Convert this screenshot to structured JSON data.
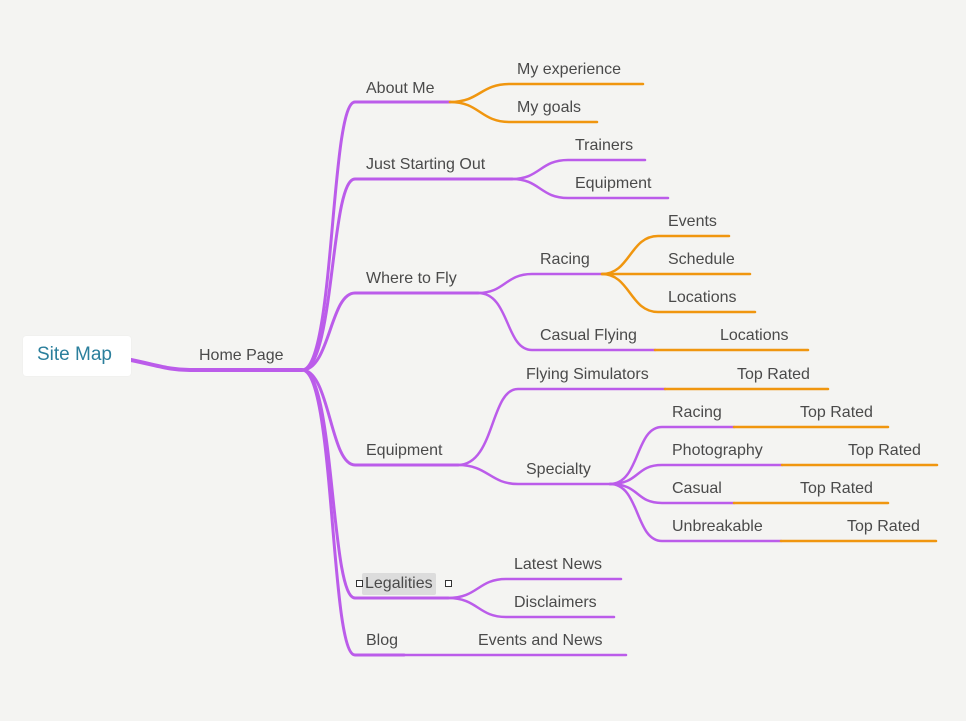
{
  "root": "Site Map",
  "home": "Home Page",
  "about": {
    "label": "About Me",
    "children": [
      "My experience",
      "My goals"
    ]
  },
  "starting": {
    "label": "Just Starting Out",
    "children": [
      "Trainers",
      "Equipment"
    ]
  },
  "where": {
    "label": "Where to Fly",
    "racing": {
      "label": "Racing",
      "children": [
        "Events",
        "Schedule",
        "Locations"
      ]
    },
    "casual": {
      "label": "Casual Flying",
      "child": "Locations"
    }
  },
  "equipment": {
    "label": "Equipment",
    "simulators": {
      "label": "Flying Simulators",
      "child": "Top Rated"
    },
    "specialty": {
      "label": "Specialty",
      "children": [
        {
          "label": "Racing",
          "child": "Top Rated"
        },
        {
          "label": "Photography",
          "child": "Top Rated"
        },
        {
          "label": "Casual",
          "child": "Top Rated"
        },
        {
          "label": "Unbreakable",
          "child": "Top Rated"
        }
      ]
    }
  },
  "legalities": {
    "label": "Legalities",
    "children": [
      "Latest News",
      "Disclaimers"
    ]
  },
  "blog": {
    "label": "Blog",
    "child": "Events and News"
  },
  "colors": {
    "level1": "#bb5cea",
    "level2": "#f0960f",
    "root_text": "#2b7f9c"
  }
}
